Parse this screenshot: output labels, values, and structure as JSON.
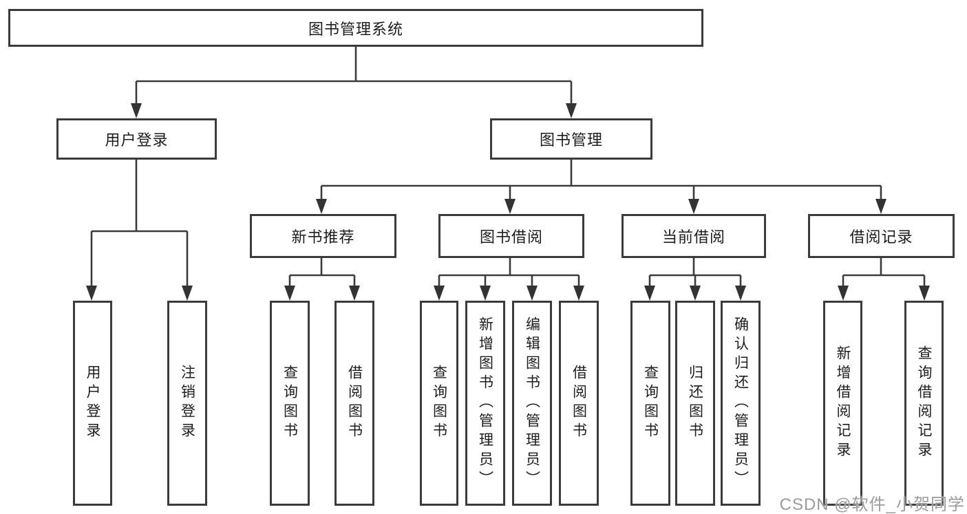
{
  "tree": {
    "root": {
      "label": "图书管理系统",
      "children": [
        {
          "label": "用户登录",
          "children": [
            {
              "label": "用户登录"
            },
            {
              "label": "注销登录"
            }
          ]
        },
        {
          "label": "图书管理",
          "children": [
            {
              "label": "新书推荐",
              "children": [
                {
                  "label": "查询图书"
                },
                {
                  "label": "借阅图书"
                }
              ]
            },
            {
              "label": "图书借阅",
              "children": [
                {
                  "label": "查询图书"
                },
                {
                  "label": "新增图书（管理员）"
                },
                {
                  "label": "编辑图书（管理员）"
                },
                {
                  "label": "借阅图书"
                }
              ]
            },
            {
              "label": "当前借阅",
              "children": [
                {
                  "label": "查询图书"
                },
                {
                  "label": "归还图书"
                },
                {
                  "label": "确认归还（管理员）"
                }
              ]
            },
            {
              "label": "借阅记录",
              "children": [
                {
                  "label": "新增借阅记录"
                },
                {
                  "label": "查询借阅记录"
                }
              ]
            }
          ]
        }
      ]
    }
  },
  "watermark": {
    "text": "CSDN @软件_小贺同学"
  },
  "colors": {
    "line": "#3b3b3b",
    "border": "#3b3b3b",
    "text": "#1d1d1d",
    "watermark_gray": "#9b9b9b",
    "background": "#ffffff"
  }
}
